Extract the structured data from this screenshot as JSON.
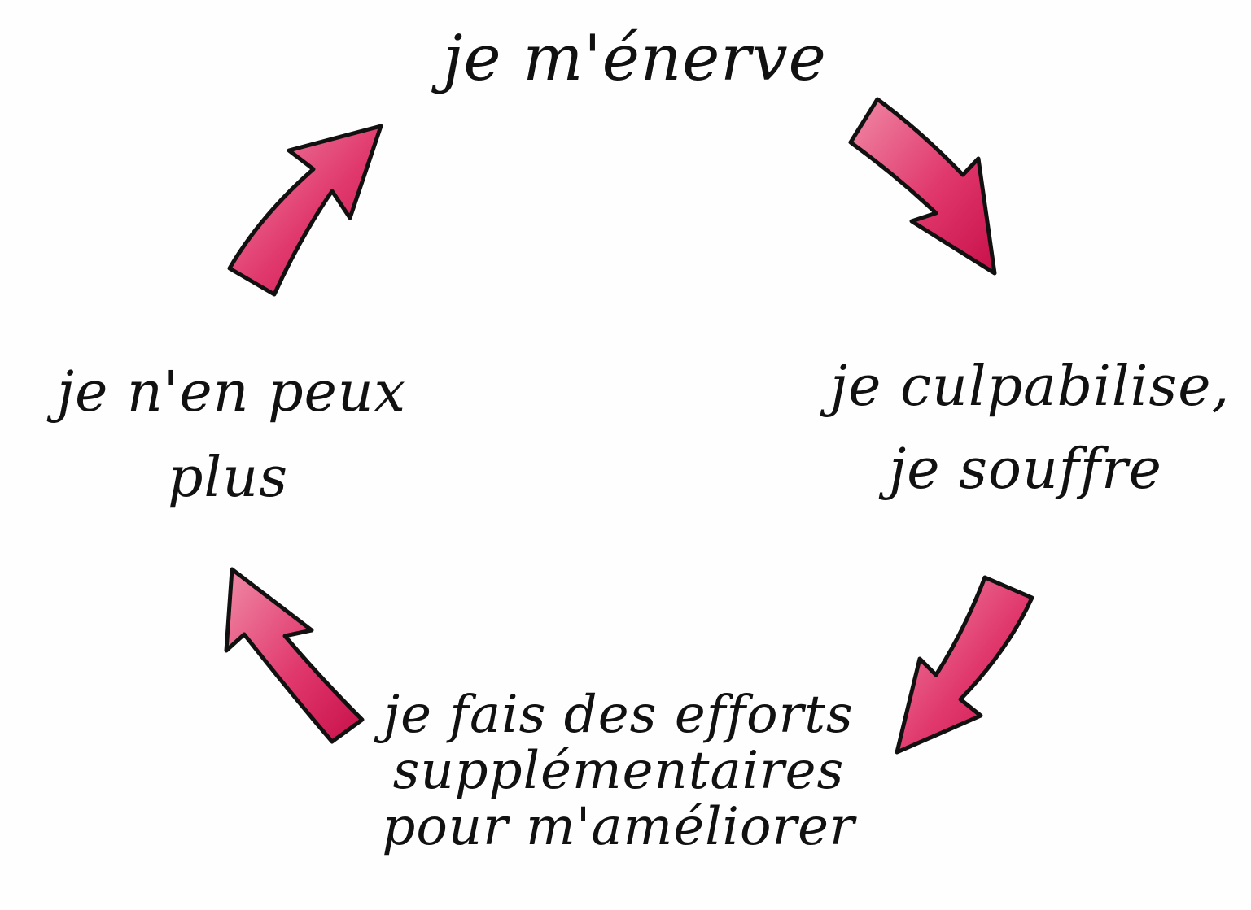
{
  "diagram": {
    "type": "cycle",
    "accent_color": "#d81b55",
    "arrow_style": "curved-pink-arrow",
    "nodes": [
      {
        "id": "top",
        "lines": [
          "je m'énerve"
        ]
      },
      {
        "id": "right",
        "lines": [
          "je culpabilise,",
          "je souffre"
        ]
      },
      {
        "id": "bottom",
        "lines": [
          "je fais des efforts",
          "supplémentaires",
          "pour m'améliorer"
        ]
      },
      {
        "id": "left",
        "lines": [
          "je n'en peux",
          "plus"
        ]
      }
    ],
    "edges": [
      {
        "from": "top",
        "to": "right"
      },
      {
        "from": "right",
        "to": "bottom"
      },
      {
        "from": "bottom",
        "to": "left"
      },
      {
        "from": "left",
        "to": "top"
      }
    ]
  }
}
